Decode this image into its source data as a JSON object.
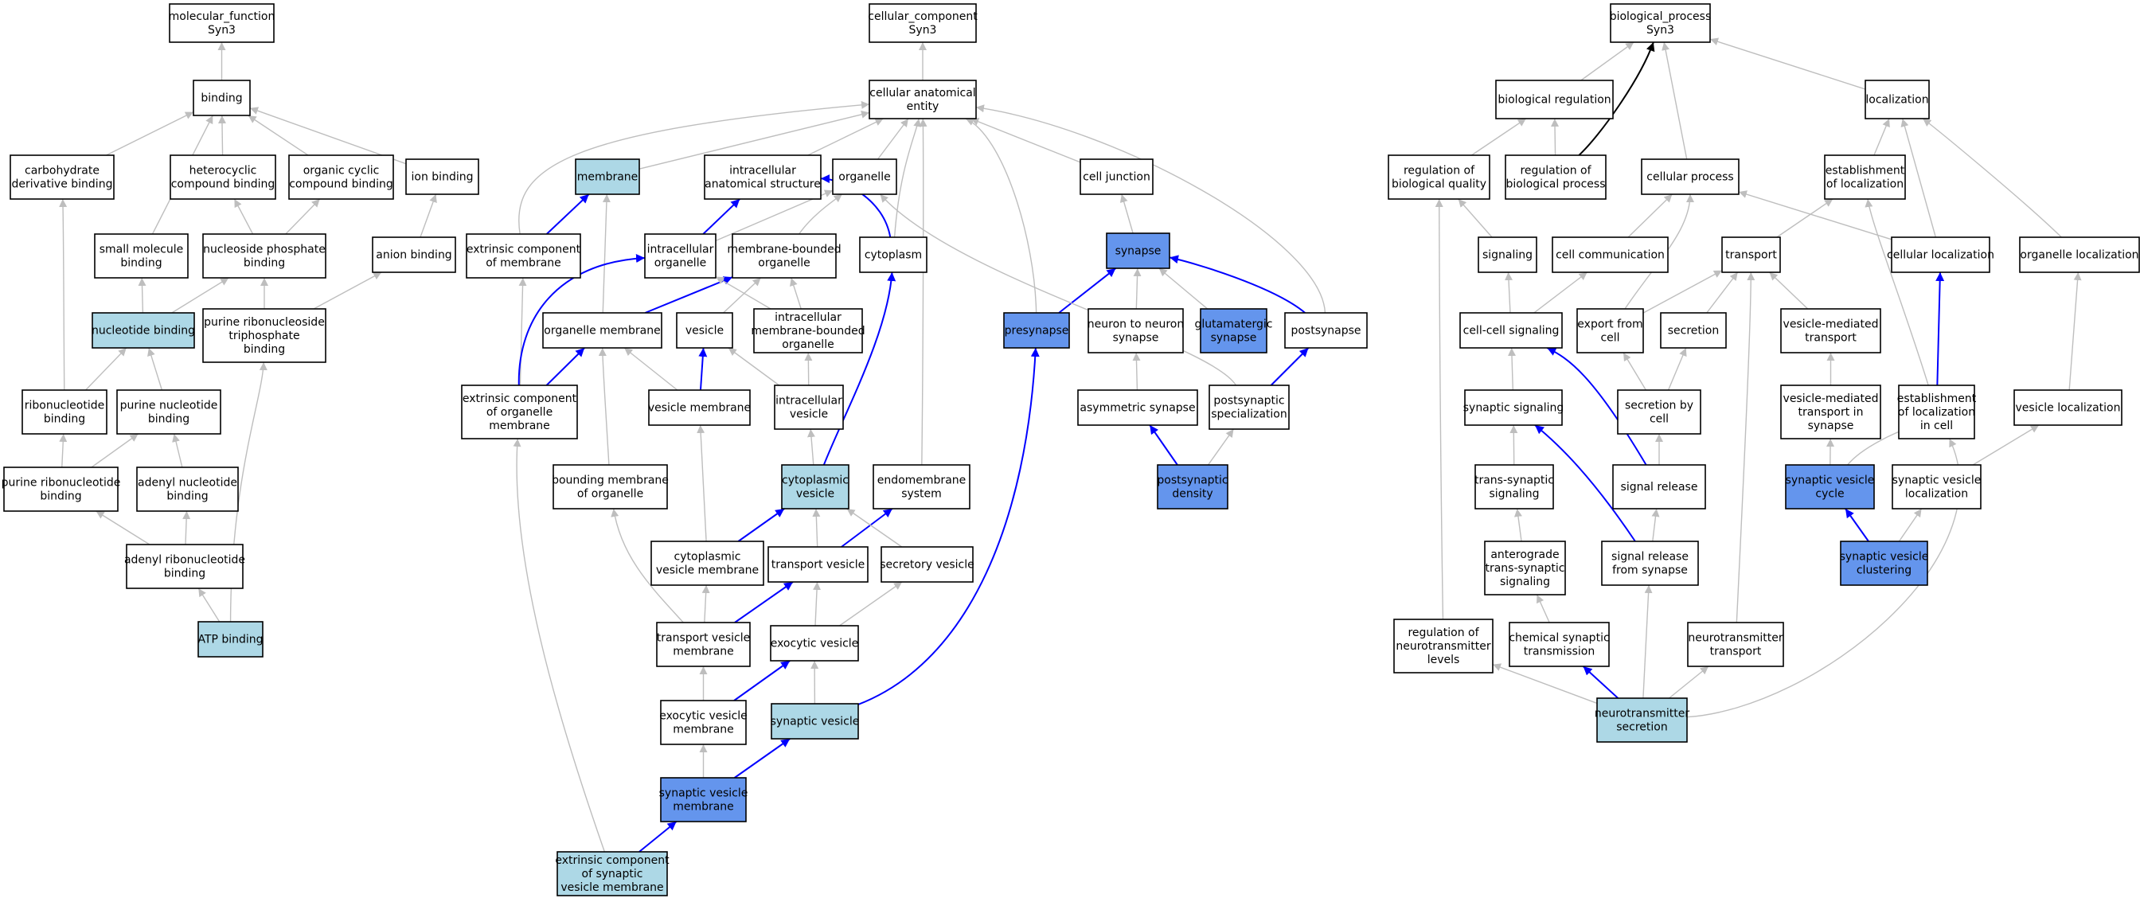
{
  "colors": {
    "plain": "#ffffff",
    "light": "#add8e6",
    "blue": "#6495ed",
    "edge_gray": "#bebebe",
    "edge_blue": "#0000ff",
    "edge_black": "#000000",
    "border": "#000000"
  },
  "nodes": [
    {
      "id": "mf",
      "lines": [
        "molecular_function",
        "Syn3"
      ],
      "fill": "plain"
    },
    {
      "id": "binding",
      "lines": [
        "binding"
      ],
      "fill": "plain"
    },
    {
      "id": "carb",
      "lines": [
        "carbohydrate",
        "derivative binding"
      ],
      "fill": "plain"
    },
    {
      "id": "hetero",
      "lines": [
        "heterocyclic",
        "compound binding"
      ],
      "fill": "plain"
    },
    {
      "id": "orgcyc",
      "lines": [
        "organic cyclic",
        "compound binding"
      ],
      "fill": "plain"
    },
    {
      "id": "ion",
      "lines": [
        "ion binding"
      ],
      "fill": "plain"
    },
    {
      "id": "smallmol",
      "lines": [
        "small molecule",
        "binding"
      ],
      "fill": "plain"
    },
    {
      "id": "nucphos",
      "lines": [
        "nucleoside phosphate",
        "binding"
      ],
      "fill": "plain"
    },
    {
      "id": "anion",
      "lines": [
        "anion binding"
      ],
      "fill": "plain"
    },
    {
      "id": "nucbind",
      "lines": [
        "nucleotide binding"
      ],
      "fill": "light"
    },
    {
      "id": "purtri",
      "lines": [
        "purine ribonucleoside",
        "triphosphate",
        "binding"
      ],
      "fill": "plain"
    },
    {
      "id": "ribonuc",
      "lines": [
        "ribonucleotide",
        "binding"
      ],
      "fill": "plain"
    },
    {
      "id": "purnuc",
      "lines": [
        "purine nucleotide",
        "binding"
      ],
      "fill": "plain"
    },
    {
      "id": "purribo",
      "lines": [
        "purine ribonucleotide",
        "binding"
      ],
      "fill": "plain"
    },
    {
      "id": "adenyl",
      "lines": [
        "adenyl nucleotide",
        "binding"
      ],
      "fill": "plain"
    },
    {
      "id": "adenylribo",
      "lines": [
        "adenyl ribonucleotide",
        "binding"
      ],
      "fill": "plain"
    },
    {
      "id": "atp",
      "lines": [
        "ATP binding"
      ],
      "fill": "light"
    },
    {
      "id": "cc",
      "lines": [
        "cellular_component",
        "Syn3"
      ],
      "fill": "plain"
    },
    {
      "id": "cae",
      "lines": [
        "cellular anatomical",
        "entity"
      ],
      "fill": "plain"
    },
    {
      "id": "membrane",
      "lines": [
        "membrane"
      ],
      "fill": "light"
    },
    {
      "id": "ias",
      "lines": [
        "intracellular",
        "anatomical structure"
      ],
      "fill": "plain"
    },
    {
      "id": "organelle",
      "lines": [
        "organelle"
      ],
      "fill": "plain"
    },
    {
      "id": "celljunc",
      "lines": [
        "cell junction"
      ],
      "fill": "plain"
    },
    {
      "id": "extmem",
      "lines": [
        "extrinsic component",
        "of membrane"
      ],
      "fill": "plain"
    },
    {
      "id": "intorg",
      "lines": [
        "intracellular",
        "organelle"
      ],
      "fill": "plain"
    },
    {
      "id": "mbo",
      "lines": [
        "membrane-bounded",
        "organelle"
      ],
      "fill": "plain"
    },
    {
      "id": "cytoplasm",
      "lines": [
        "cytoplasm"
      ],
      "fill": "plain"
    },
    {
      "id": "synapse",
      "lines": [
        "synapse"
      ],
      "fill": "blue"
    },
    {
      "id": "orgmem",
      "lines": [
        "organelle membrane"
      ],
      "fill": "plain"
    },
    {
      "id": "vesicle",
      "lines": [
        "vesicle"
      ],
      "fill": "plain"
    },
    {
      "id": "imbo",
      "lines": [
        "intracellular",
        "membrane-bounded",
        "organelle"
      ],
      "fill": "plain"
    },
    {
      "id": "presyn",
      "lines": [
        "presynapse"
      ],
      "fill": "blue"
    },
    {
      "id": "n2n",
      "lines": [
        "neuron to neuron",
        "synapse"
      ],
      "fill": "plain"
    },
    {
      "id": "glut",
      "lines": [
        "glutamatergic",
        "synapse"
      ],
      "fill": "blue"
    },
    {
      "id": "postsyn",
      "lines": [
        "postsynapse"
      ],
      "fill": "plain"
    },
    {
      "id": "extorgmem",
      "lines": [
        "extrinsic component",
        "of organelle",
        "membrane"
      ],
      "fill": "plain"
    },
    {
      "id": "vesmem",
      "lines": [
        "vesicle membrane"
      ],
      "fill": "plain"
    },
    {
      "id": "intves",
      "lines": [
        "intracellular",
        "vesicle"
      ],
      "fill": "plain"
    },
    {
      "id": "asymsyn",
      "lines": [
        "asymmetric synapse"
      ],
      "fill": "plain"
    },
    {
      "id": "postspec",
      "lines": [
        "postsynaptic",
        "specialization"
      ],
      "fill": "plain"
    },
    {
      "id": "boundmem",
      "lines": [
        "bounding membrane",
        "of organelle"
      ],
      "fill": "plain"
    },
    {
      "id": "cytoves",
      "lines": [
        "cytoplasmic",
        "vesicle"
      ],
      "fill": "light"
    },
    {
      "id": "endomem",
      "lines": [
        "endomembrane",
        "system"
      ],
      "fill": "plain"
    },
    {
      "id": "psd",
      "lines": [
        "postsynaptic",
        "density"
      ],
      "fill": "blue"
    },
    {
      "id": "cytovesmem",
      "lines": [
        "cytoplasmic",
        "vesicle membrane"
      ],
      "fill": "plain"
    },
    {
      "id": "transves",
      "lines": [
        "transport vesicle"
      ],
      "fill": "plain"
    },
    {
      "id": "secves",
      "lines": [
        "secretory vesicle"
      ],
      "fill": "plain"
    },
    {
      "id": "transvesmem",
      "lines": [
        "transport vesicle",
        "membrane"
      ],
      "fill": "plain"
    },
    {
      "id": "exoves",
      "lines": [
        "exocytic vesicle"
      ],
      "fill": "plain"
    },
    {
      "id": "exovesmem",
      "lines": [
        "exocytic vesicle",
        "membrane"
      ],
      "fill": "plain"
    },
    {
      "id": "synves",
      "lines": [
        "synaptic vesicle"
      ],
      "fill": "light"
    },
    {
      "id": "synvesmem",
      "lines": [
        "synaptic vesicle",
        "membrane"
      ],
      "fill": "blue"
    },
    {
      "id": "extsynvesmem",
      "lines": [
        "extrinsic component",
        "of synaptic",
        "vesicle membrane"
      ],
      "fill": "light"
    },
    {
      "id": "bp",
      "lines": [
        "biological_process",
        "Syn3"
      ],
      "fill": "plain"
    },
    {
      "id": "bioreg",
      "lines": [
        "biological regulation"
      ],
      "fill": "plain"
    },
    {
      "id": "local",
      "lines": [
        "localization"
      ],
      "fill": "plain"
    },
    {
      "id": "regbq",
      "lines": [
        "regulation of",
        "biological quality"
      ],
      "fill": "plain"
    },
    {
      "id": "regbp",
      "lines": [
        "regulation of",
        "biological process"
      ],
      "fill": "plain"
    },
    {
      "id": "cellproc",
      "lines": [
        "cellular process"
      ],
      "fill": "plain"
    },
    {
      "id": "estloc",
      "lines": [
        "establishment",
        "of localization"
      ],
      "fill": "plain"
    },
    {
      "id": "signaling",
      "lines": [
        "signaling"
      ],
      "fill": "plain"
    },
    {
      "id": "cellcomm",
      "lines": [
        "cell communication"
      ],
      "fill": "plain"
    },
    {
      "id": "transport",
      "lines": [
        "transport"
      ],
      "fill": "plain"
    },
    {
      "id": "cellloc",
      "lines": [
        "cellular localization"
      ],
      "fill": "plain"
    },
    {
      "id": "orgloc",
      "lines": [
        "organelle localization"
      ],
      "fill": "plain"
    },
    {
      "id": "ccsig",
      "lines": [
        "cell-cell signaling"
      ],
      "fill": "plain"
    },
    {
      "id": "exportcell",
      "lines": [
        "export from",
        "cell"
      ],
      "fill": "plain"
    },
    {
      "id": "secretion",
      "lines": [
        "secretion"
      ],
      "fill": "plain"
    },
    {
      "id": "vmt",
      "lines": [
        "vesicle-mediated",
        "transport"
      ],
      "fill": "plain"
    },
    {
      "id": "synsig",
      "lines": [
        "synaptic signaling"
      ],
      "fill": "plain"
    },
    {
      "id": "secbycell",
      "lines": [
        "secretion by",
        "cell"
      ],
      "fill": "plain"
    },
    {
      "id": "vmtsyn",
      "lines": [
        "vesicle-mediated",
        "transport in",
        "synapse"
      ],
      "fill": "plain"
    },
    {
      "id": "estloccell",
      "lines": [
        "establishment",
        "of localization",
        "in cell"
      ],
      "fill": "plain"
    },
    {
      "id": "vesloc",
      "lines": [
        "vesicle localization"
      ],
      "fill": "plain"
    },
    {
      "id": "transsyn",
      "lines": [
        "trans-synaptic",
        "signaling"
      ],
      "fill": "plain"
    },
    {
      "id": "sigrel",
      "lines": [
        "signal release"
      ],
      "fill": "plain"
    },
    {
      "id": "svcycle",
      "lines": [
        "synaptic vesicle",
        "cycle"
      ],
      "fill": "blue"
    },
    {
      "id": "svloc",
      "lines": [
        "synaptic vesicle",
        "localization"
      ],
      "fill": "plain"
    },
    {
      "id": "anterograde",
      "lines": [
        "anterograde",
        "trans-synaptic",
        "signaling"
      ],
      "fill": "plain"
    },
    {
      "id": "sigrelsyn",
      "lines": [
        "signal release",
        "from synapse"
      ],
      "fill": "plain"
    },
    {
      "id": "svclust",
      "lines": [
        "synaptic vesicle",
        "clustering"
      ],
      "fill": "blue"
    },
    {
      "id": "regnt",
      "lines": [
        "regulation of",
        "neurotransmitter",
        "levels"
      ],
      "fill": "plain"
    },
    {
      "id": "chemsyn",
      "lines": [
        "chemical synaptic",
        "transmission"
      ],
      "fill": "plain"
    },
    {
      "id": "ntrans",
      "lines": [
        "neurotransmitter",
        "transport"
      ],
      "fill": "plain"
    },
    {
      "id": "ntsec",
      "lines": [
        "neurotransmitter",
        "secretion"
      ],
      "fill": "light"
    }
  ],
  "edges": [
    [
      "binding",
      "mf",
      "gray"
    ],
    [
      "carb",
      "binding",
      "gray"
    ],
    [
      "hetero",
      "binding",
      "gray"
    ],
    [
      "orgcyc",
      "binding",
      "gray"
    ],
    [
      "ion",
      "binding",
      "gray"
    ],
    [
      "smallmol",
      "binding",
      "gray"
    ],
    [
      "nucphos",
      "hetero",
      "gray"
    ],
    [
      "nucphos",
      "orgcyc",
      "gray"
    ],
    [
      "anion",
      "ion",
      "gray"
    ],
    [
      "nucbind",
      "smallmol",
      "gray"
    ],
    [
      "nucbind",
      "nucphos",
      "gray"
    ],
    [
      "purtri",
      "nucphos",
      "gray"
    ],
    [
      "purtri",
      "anion",
      "gray"
    ],
    [
      "ribonuc",
      "carb",
      "gray"
    ],
    [
      "ribonuc",
      "nucbind",
      "gray"
    ],
    [
      "purnuc",
      "nucbind",
      "gray"
    ],
    [
      "purribo",
      "ribonuc",
      "gray"
    ],
    [
      "purribo",
      "purnuc",
      "gray"
    ],
    [
      "adenyl",
      "purnuc",
      "gray"
    ],
    [
      "adenylribo",
      "purribo",
      "gray"
    ],
    [
      "adenylribo",
      "adenyl",
      "gray"
    ],
    [
      "atp",
      "adenylribo",
      "gray"
    ],
    [
      "atp",
      "purtri",
      "gray"
    ],
    [
      "cae",
      "cc",
      "gray"
    ],
    [
      "membrane",
      "cae",
      "gray"
    ],
    [
      "ias",
      "cae",
      "gray"
    ],
    [
      "organelle",
      "cae",
      "gray"
    ],
    [
      "celljunc",
      "cae",
      "gray"
    ],
    [
      "extmem",
      "cae",
      "gray"
    ],
    [
      "cytoplasm",
      "cae",
      "gray"
    ],
    [
      "presyn",
      "cae",
      "gray"
    ],
    [
      "postsyn",
      "cae",
      "gray"
    ],
    [
      "endomem",
      "cae",
      "gray"
    ],
    [
      "extmem",
      "membrane",
      "blue"
    ],
    [
      "intorg",
      "ias",
      "blue"
    ],
    [
      "intorg",
      "organelle",
      "gray"
    ],
    [
      "mbo",
      "organelle",
      "gray"
    ],
    [
      "cytoplasm",
      "ias",
      "blue"
    ],
    [
      "synapse",
      "celljunc",
      "gray"
    ],
    [
      "orgmem",
      "membrane",
      "gray"
    ],
    [
      "orgmem",
      "mbo",
      "blue"
    ],
    [
      "vesicle",
      "mbo",
      "gray"
    ],
    [
      "imbo",
      "intorg",
      "gray"
    ],
    [
      "imbo",
      "mbo",
      "gray"
    ],
    [
      "presyn",
      "synapse",
      "blue"
    ],
    [
      "n2n",
      "synapse",
      "gray"
    ],
    [
      "glut",
      "synapse",
      "gray"
    ],
    [
      "postsyn",
      "synapse",
      "blue"
    ],
    [
      "extorgmem",
      "extmem",
      "gray"
    ],
    [
      "extorgmem",
      "orgmem",
      "blue"
    ],
    [
      "extorgmem",
      "intorg",
      "blue"
    ],
    [
      "vesmem",
      "vesicle",
      "blue"
    ],
    [
      "vesmem",
      "orgmem",
      "gray"
    ],
    [
      "intves",
      "vesicle",
      "gray"
    ],
    [
      "intves",
      "imbo",
      "gray"
    ],
    [
      "asymsyn",
      "n2n",
      "gray"
    ],
    [
      "postspec",
      "postsyn",
      "blue"
    ],
    [
      "postspec",
      "organelle",
      "gray"
    ],
    [
      "boundmem",
      "orgmem",
      "gray"
    ],
    [
      "cytoves",
      "intves",
      "gray"
    ],
    [
      "cytoves",
      "cytoplasm",
      "blue"
    ],
    [
      "psd",
      "asymsyn",
      "blue"
    ],
    [
      "psd",
      "postspec",
      "gray"
    ],
    [
      "cytovesmem",
      "cytoves",
      "blue"
    ],
    [
      "cytovesmem",
      "vesmem",
      "gray"
    ],
    [
      "transves",
      "cytoves",
      "gray"
    ],
    [
      "transves",
      "endomem",
      "blue"
    ],
    [
      "secves",
      "cytoves",
      "gray"
    ],
    [
      "transvesmem",
      "transves",
      "blue"
    ],
    [
      "transvesmem",
      "cytovesmem",
      "gray"
    ],
    [
      "transvesmem",
      "boundmem",
      "gray"
    ],
    [
      "exoves",
      "transves",
      "gray"
    ],
    [
      "exoves",
      "secves",
      "gray"
    ],
    [
      "exovesmem",
      "exoves",
      "blue"
    ],
    [
      "exovesmem",
      "transvesmem",
      "gray"
    ],
    [
      "synves",
      "exoves",
      "gray"
    ],
    [
      "synves",
      "presyn",
      "blue"
    ],
    [
      "synvesmem",
      "synves",
      "blue"
    ],
    [
      "synvesmem",
      "exovesmem",
      "gray"
    ],
    [
      "extsynvesmem",
      "synvesmem",
      "blue"
    ],
    [
      "extsynvesmem",
      "extorgmem",
      "gray"
    ],
    [
      "bioreg",
      "bp",
      "gray"
    ],
    [
      "local",
      "bp",
      "gray"
    ],
    [
      "cellproc",
      "bp",
      "gray"
    ],
    [
      "regbp",
      "bp",
      "black"
    ],
    [
      "regbq",
      "bioreg",
      "gray"
    ],
    [
      "regbp",
      "bioreg",
      "gray"
    ],
    [
      "estloc",
      "local",
      "gray"
    ],
    [
      "cellloc",
      "local",
      "gray"
    ],
    [
      "orgloc",
      "local",
      "gray"
    ],
    [
      "signaling",
      "regbq",
      "gray"
    ],
    [
      "cellcomm",
      "cellproc",
      "gray"
    ],
    [
      "transport",
      "estloc",
      "gray"
    ],
    [
      "cellloc",
      "cellproc",
      "gray"
    ],
    [
      "ccsig",
      "signaling",
      "gray"
    ],
    [
      "ccsig",
      "cellcomm",
      "gray"
    ],
    [
      "exportcell",
      "cellproc",
      "gray"
    ],
    [
      "exportcell",
      "transport",
      "gray"
    ],
    [
      "secretion",
      "transport",
      "gray"
    ],
    [
      "vmt",
      "transport",
      "gray"
    ],
    [
      "synsig",
      "ccsig",
      "gray"
    ],
    [
      "secbycell",
      "exportcell",
      "gray"
    ],
    [
      "secbycell",
      "secretion",
      "gray"
    ],
    [
      "vmtsyn",
      "vmt",
      "gray"
    ],
    [
      "estloccell",
      "estloc",
      "gray"
    ],
    [
      "estloccell",
      "cellloc",
      "blue"
    ],
    [
      "vesloc",
      "orgloc",
      "gray"
    ],
    [
      "transsyn",
      "synsig",
      "gray"
    ],
    [
      "sigrel",
      "ccsig",
      "blue"
    ],
    [
      "sigrel",
      "secbycell",
      "gray"
    ],
    [
      "svcycle",
      "vmtsyn",
      "gray"
    ],
    [
      "svcycle",
      "estloccell",
      "gray"
    ],
    [
      "svloc",
      "vesloc",
      "gray"
    ],
    [
      "anterograde",
      "transsyn",
      "gray"
    ],
    [
      "sigrelsyn",
      "sigrel",
      "gray"
    ],
    [
      "sigrelsyn",
      "synsig",
      "blue"
    ],
    [
      "svclust",
      "svcycle",
      "blue"
    ],
    [
      "svclust",
      "svloc",
      "gray"
    ],
    [
      "regnt",
      "regbq",
      "gray"
    ],
    [
      "chemsyn",
      "anterograde",
      "gray"
    ],
    [
      "ntrans",
      "transport",
      "gray"
    ],
    [
      "ntsec",
      "sigrelsyn",
      "gray"
    ],
    [
      "ntsec",
      "chemsyn",
      "blue"
    ],
    [
      "ntsec",
      "ntrans",
      "gray"
    ],
    [
      "ntsec",
      "regnt",
      "gray"
    ],
    [
      "ntsec",
      "estloccell",
      "gray"
    ]
  ]
}
